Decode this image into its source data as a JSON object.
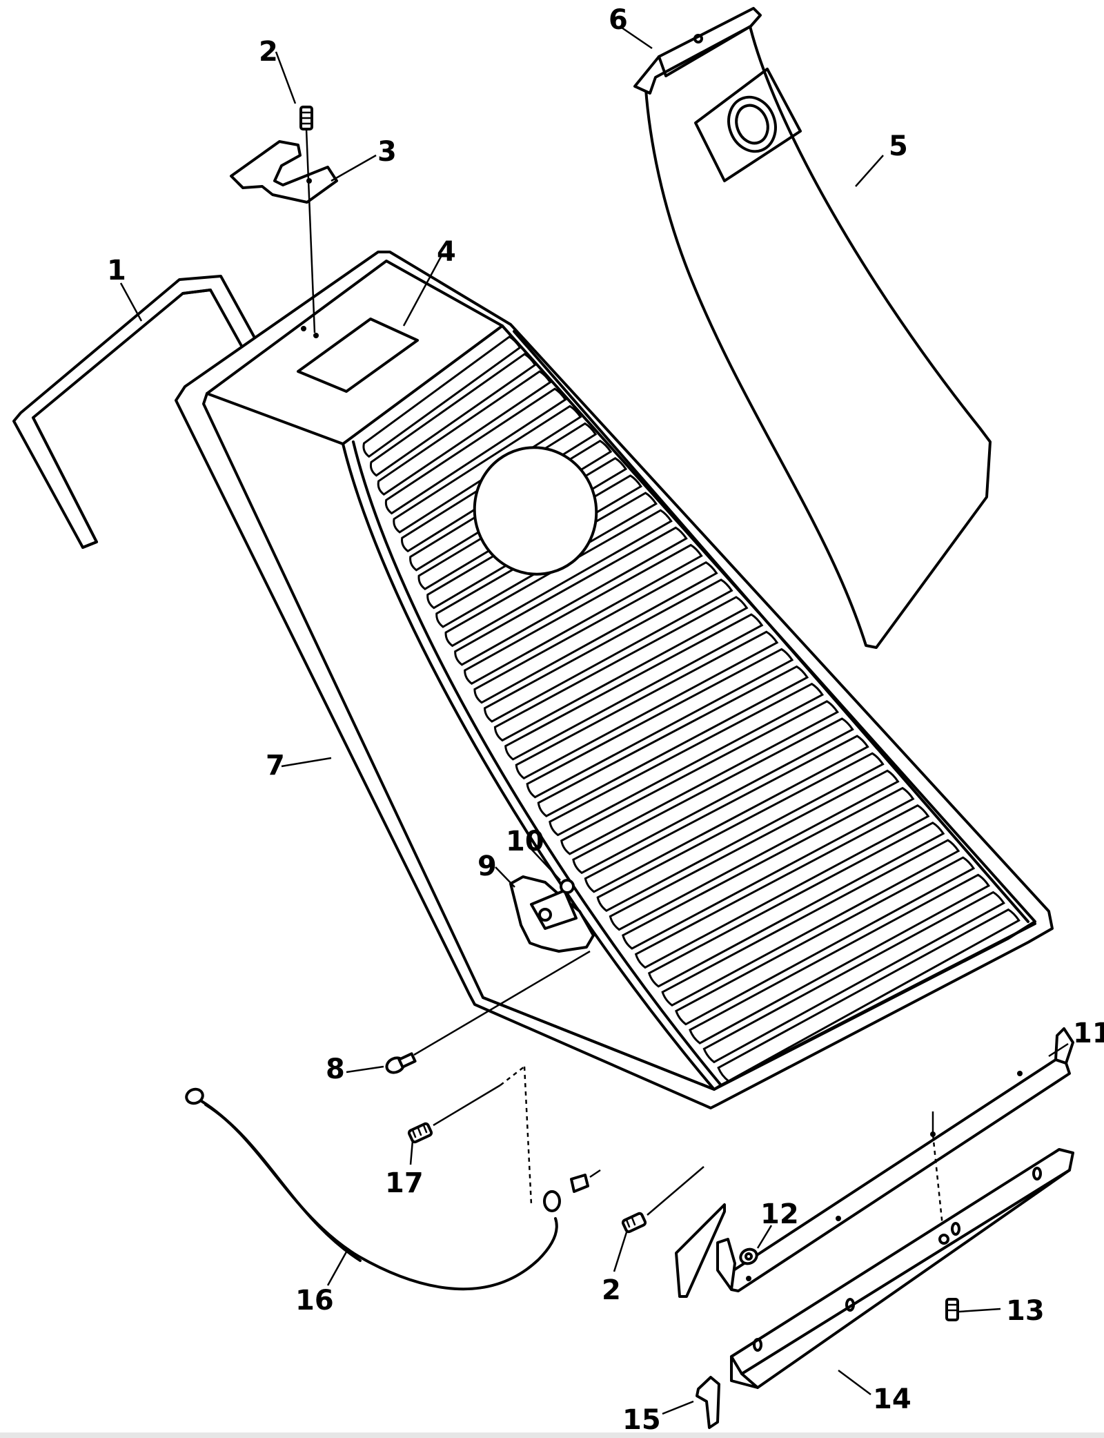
{
  "diagram": {
    "callouts": [
      {
        "id": "1",
        "text": "1"
      },
      {
        "id": "2a",
        "text": "2"
      },
      {
        "id": "3",
        "text": "3"
      },
      {
        "id": "4",
        "text": "4"
      },
      {
        "id": "5",
        "text": "5"
      },
      {
        "id": "6",
        "text": "6"
      },
      {
        "id": "7",
        "text": "7"
      },
      {
        "id": "8",
        "text": "8"
      },
      {
        "id": "9",
        "text": "9"
      },
      {
        "id": "10",
        "text": "10"
      },
      {
        "id": "11",
        "text": "11"
      },
      {
        "id": "12",
        "text": "12"
      },
      {
        "id": "13",
        "text": "13"
      },
      {
        "id": "14",
        "text": "14"
      },
      {
        "id": "15",
        "text": "15"
      },
      {
        "id": "16",
        "text": "16"
      },
      {
        "id": "17",
        "text": "17"
      },
      {
        "id": "2b",
        "text": "2"
      }
    ]
  }
}
